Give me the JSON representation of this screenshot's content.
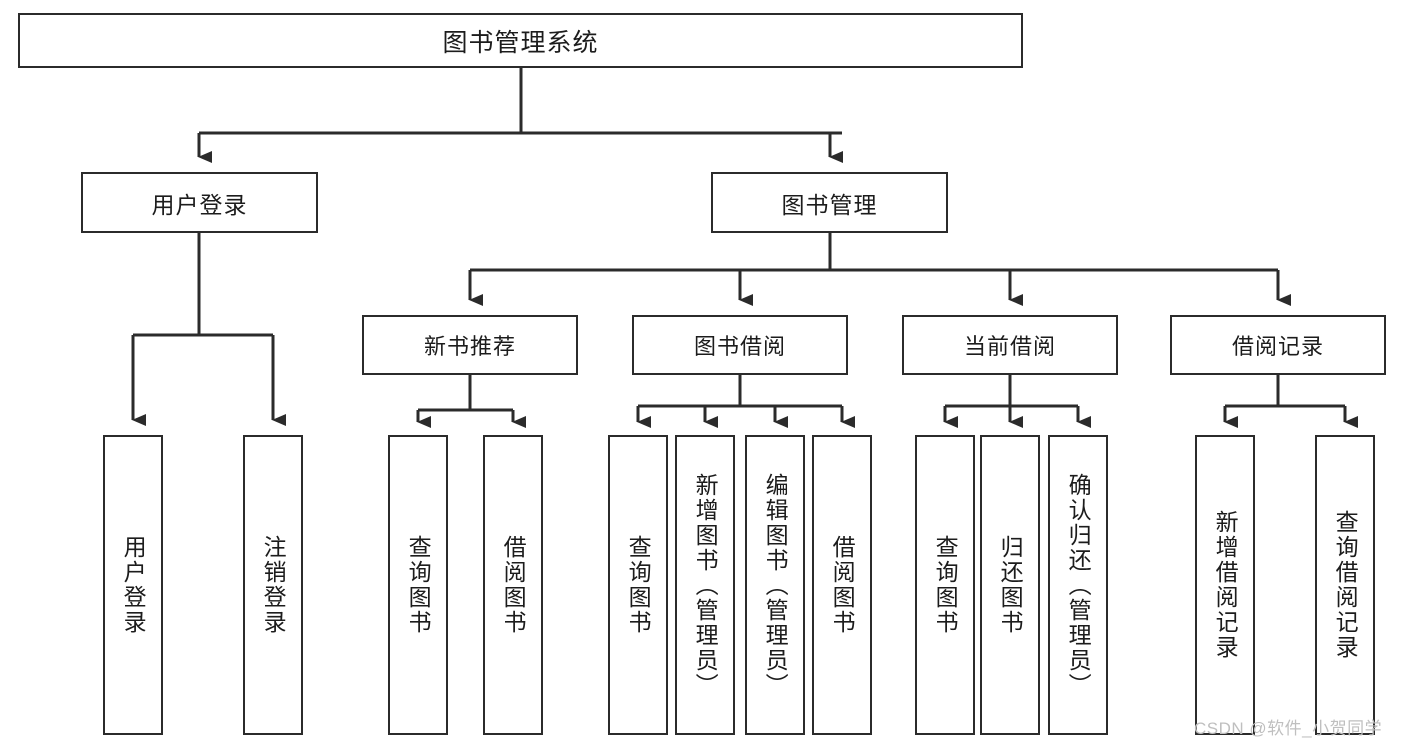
{
  "diagram": {
    "title": "图书管理系统",
    "type": "tree",
    "style": {
      "background": "#ffffff",
      "box_border": "#2b2b2b",
      "box_fill": "#ffffff",
      "connector": "#2b2b2b",
      "text": "#1c1c1c"
    },
    "root": {
      "label": "图书管理系统"
    },
    "level1": [
      {
        "label": "用户登录"
      },
      {
        "label": "图书管理"
      }
    ],
    "level2": [
      {
        "label": "新书推荐"
      },
      {
        "label": "图书借阅"
      },
      {
        "label": "当前借阅"
      },
      {
        "label": "借阅记录"
      }
    ],
    "leaves": {
      "user_login": [
        {
          "label": "用户登录"
        },
        {
          "label": "注销登录"
        }
      ],
      "new_book_recommend": [
        {
          "label": "查询图书"
        },
        {
          "label": "借阅图书"
        }
      ],
      "book_borrow": [
        {
          "label": "查询图书"
        },
        {
          "label": "新增图书（管理员）"
        },
        {
          "label": "编辑图书（管理员）"
        },
        {
          "label": "借阅图书"
        }
      ],
      "current_borrow": [
        {
          "label": "查询图书"
        },
        {
          "label": "归还图书"
        },
        {
          "label": "确认归还（管理员）"
        }
      ],
      "borrow_record": [
        {
          "label": "新增借阅记录"
        },
        {
          "label": "查询借阅记录"
        }
      ]
    }
  },
  "watermark": {
    "text": "CSDN @软件_小贺同学"
  }
}
